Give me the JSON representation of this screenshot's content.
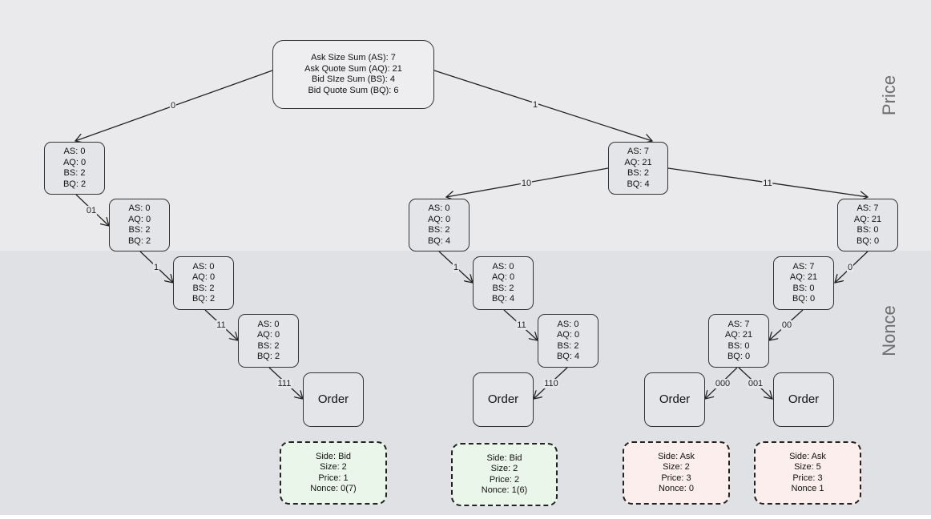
{
  "bands": {
    "price_label": "Price",
    "nonce_label": "Nonce"
  },
  "root": {
    "lines": [
      "Ask Size Sum (AS): 7",
      "Ask Quote Sum (AQ): 21",
      "Bid SIze Sum (BS): 4",
      "Bid Quote Sum (BQ): 6"
    ]
  },
  "nodes": {
    "n0": [
      "AS: 0",
      "AQ: 0",
      "BS: 2",
      "BQ: 2"
    ],
    "n01": [
      "AS: 0",
      "AQ: 0",
      "BS: 2",
      "BQ: 2"
    ],
    "n1a": [
      "AS: 0",
      "AQ: 0",
      "BS: 2",
      "BQ: 2"
    ],
    "n11a": [
      "AS: 0",
      "AQ: 0",
      "BS: 2",
      "BQ: 2"
    ],
    "n1": [
      "AS: 7",
      "AQ: 21",
      "BS: 2",
      "BQ: 4"
    ],
    "n10": [
      "AS: 0",
      "AQ: 0",
      "BS: 2",
      "BQ: 4"
    ],
    "n1b": [
      "AS: 0",
      "AQ: 0",
      "BS: 2",
      "BQ: 4"
    ],
    "n11b": [
      "AS: 0",
      "AQ: 0",
      "BS: 2",
      "BQ: 4"
    ],
    "n11": [
      "AS: 7",
      "AQ: 21",
      "BS: 0",
      "BQ: 0"
    ],
    "n0c": [
      "AS: 7",
      "AQ: 21",
      "BS: 0",
      "BQ: 0"
    ],
    "n00c": [
      "AS: 7",
      "AQ: 21",
      "BS: 0",
      "BQ: 0"
    ]
  },
  "order_label": "Order",
  "edge_labels": {
    "root_left": "0",
    "root_right": "1",
    "n1_left": "10",
    "n1_right": "11",
    "a1": "01",
    "a2": "1",
    "a3": "11",
    "a4": "111",
    "b1": "1",
    "b2": "11",
    "b3": "110",
    "c1": "0",
    "c2": "00",
    "c3": "000",
    "c4": "001"
  },
  "leaves": [
    {
      "lines": [
        "Side: Bid",
        "Size: 2",
        "Price: 1",
        "Nonce: 0(7)"
      ],
      "color": "#e9f6e9"
    },
    {
      "lines": [
        "Side: Bid",
        "Size: 2",
        "Price: 2",
        "Nonce: 1(6)"
      ],
      "color": "#e9f6e9"
    },
    {
      "lines": [
        "Side: Ask",
        "Size: 2",
        "Price: 3",
        "Nonce: 0"
      ],
      "color": "#fbeeed"
    },
    {
      "lines": [
        "Side: Ask",
        "Size: 5",
        "Price: 3",
        "Nonce 1"
      ],
      "color": "#fbeeed"
    }
  ]
}
